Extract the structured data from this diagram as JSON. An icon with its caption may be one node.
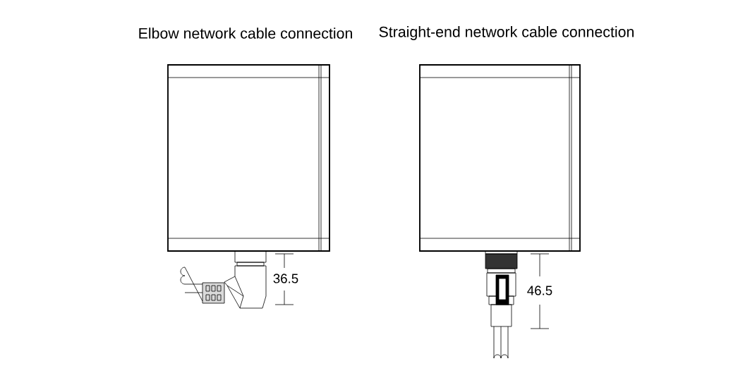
{
  "diagram": {
    "labels": [
      "Elbow network cable connection",
      "Straight-end network cable connection",
      "36.5",
      "46.5"
    ]
  }
}
